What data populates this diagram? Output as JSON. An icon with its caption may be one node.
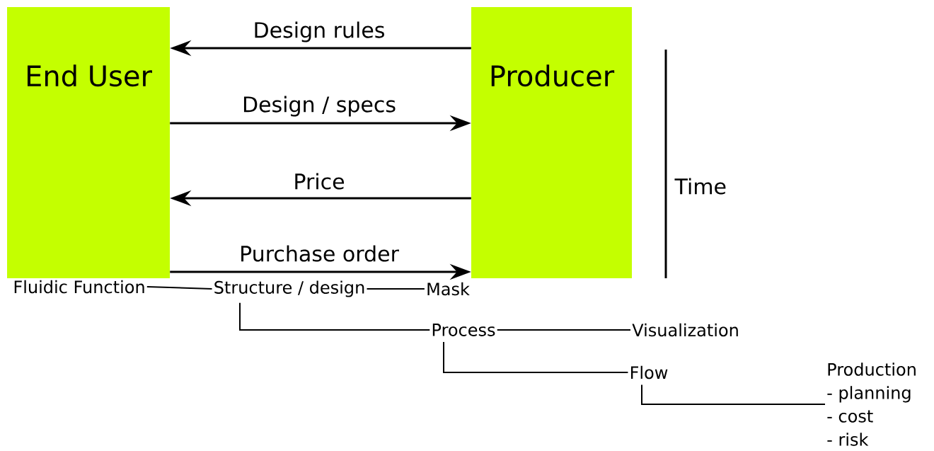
{
  "diagram": {
    "nodes": [
      {
        "text": [
          "End User"
        ]
      },
      {
        "text": [
          "Producer"
        ]
      },
      {
        "text": [
          "Fluidic Function"
        ]
      },
      {
        "text": [
          "Structure / design"
        ]
      },
      {
        "text": [
          "Mask"
        ]
      },
      {
        "text": [
          "Process"
        ]
      },
      {
        "text": [
          "Visualization"
        ]
      },
      {
        "text": [
          "Flow"
        ]
      },
      {
        "text": [
          "Production",
          "- planning",
          "- cost",
          "- risk"
        ]
      }
    ],
    "edges": [
      {
        "from": 1,
        "to": 0,
        "arrow": "to",
        "label": "Design rules"
      },
      {
        "from": 0,
        "to": 1,
        "arrow": "to",
        "label": "Design / specs"
      },
      {
        "from": 1,
        "to": 0,
        "arrow": "to",
        "label": "Price"
      },
      {
        "from": 0,
        "to": 1,
        "arrow": "to",
        "label": "Purchase order"
      },
      {
        "from": 2,
        "to": 3,
        "arrow": "none"
      },
      {
        "from": 3,
        "to": 4,
        "arrow": "none"
      },
      {
        "from": 3,
        "to": 5,
        "arrow": "none"
      },
      {
        "from": 5,
        "to": 6,
        "arrow": "none"
      },
      {
        "from": 5,
        "to": 7,
        "arrow": "none"
      },
      {
        "from": 7,
        "to": 8,
        "arrow": "none"
      }
    ],
    "labels": [
      "Time"
    ]
  }
}
